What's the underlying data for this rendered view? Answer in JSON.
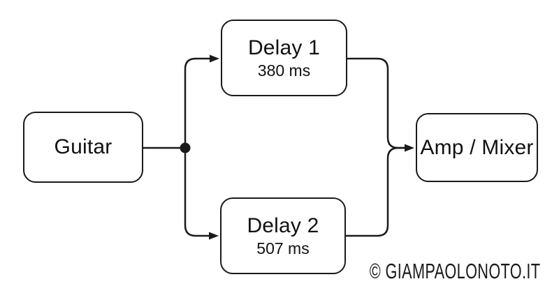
{
  "diagram": {
    "type": "signal-flow",
    "nodes": [
      {
        "id": "guitar",
        "label": "Guitar"
      },
      {
        "id": "delay1",
        "label": "Delay 1",
        "value": "380 ms"
      },
      {
        "id": "delay2",
        "label": "Delay 2",
        "value": "507 ms"
      },
      {
        "id": "amp-mixer",
        "label": "Amp / Mixer"
      }
    ],
    "edges": [
      {
        "from": "guitar",
        "to": "split-junction"
      },
      {
        "from": "split-junction",
        "to": "delay1"
      },
      {
        "from": "split-junction",
        "to": "delay2"
      },
      {
        "from": "delay1",
        "to": "amp-mixer"
      },
      {
        "from": "delay2",
        "to": "amp-mixer"
      }
    ],
    "colors": {
      "background": "#ffffff",
      "node_fill": "#ffffff",
      "stroke": "#1a1a1a",
      "text": "#111111"
    }
  },
  "footer": {
    "credit": "© GIAMPAOLONOTO.IT"
  }
}
